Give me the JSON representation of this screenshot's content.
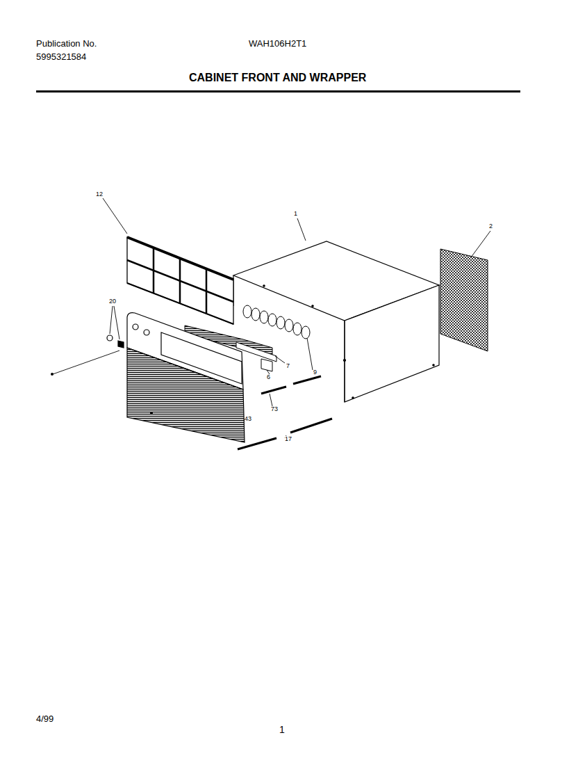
{
  "diagram": {
    "title": "CABINET FRONT AND WRAPPER",
    "labels": [
      "Publication No.",
      "5995321584",
      "WAH106H2T1",
      "12",
      "1",
      "2",
      "20",
      "7",
      "9",
      "6",
      "73",
      "43",
      "17",
      "4/99",
      "1"
    ]
  }
}
